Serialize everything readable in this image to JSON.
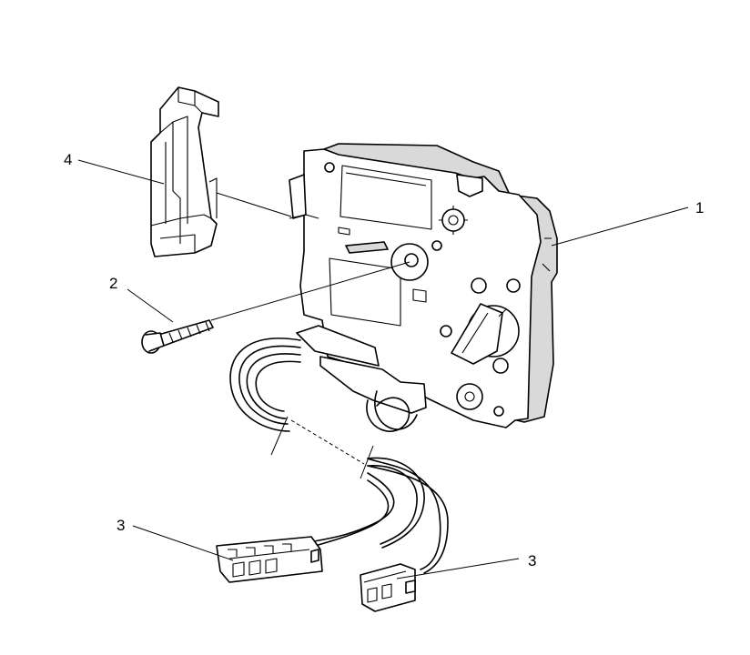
{
  "callouts": {
    "c1": "1",
    "c2": "2",
    "c3a": "3",
    "c3b": "3",
    "c4": "4"
  },
  "parts": [
    "mounting-clip",
    "shoulder-screw",
    "actuator-assembly",
    "wire-harness",
    "connector-large",
    "connector-small"
  ],
  "colors": {
    "line": "#000000",
    "background": "#ffffff",
    "shade": "#d9d9d9"
  }
}
